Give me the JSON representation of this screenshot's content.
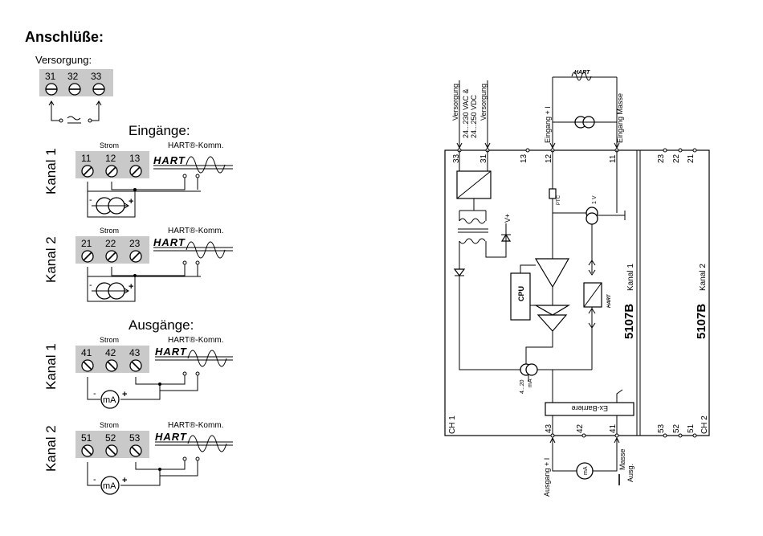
{
  "title": "Anschlüße:",
  "left": {
    "supply": {
      "label": "Versorgung:",
      "terminals": [
        "31",
        "32",
        "33"
      ]
    },
    "inputs": {
      "heading": "Eingänge:",
      "ch1": {
        "label": "Kanal 1",
        "strom": "Strom",
        "hart": "HART®-Komm.",
        "terminals": [
          "11",
          "12",
          "13"
        ]
      },
      "ch2": {
        "label": "Kanal 2",
        "strom": "Strom",
        "hart": "HART®-Komm.",
        "terminals": [
          "21",
          "22",
          "23"
        ]
      }
    },
    "outputs": {
      "heading": "Ausgänge:",
      "ch1": {
        "label": "Kanal 1",
        "strom": "Strom",
        "hart": "HART®-Komm.",
        "terminals": [
          "41",
          "42",
          "43"
        ],
        "meter": "mA"
      },
      "ch2": {
        "label": "Kanal 2",
        "strom": "Strom",
        "hart": "HART®-Komm.",
        "terminals": [
          "51",
          "52",
          "53"
        ],
        "meter": "mA"
      }
    },
    "logo": "HART",
    "minus": "-",
    "plus": "+"
  },
  "right": {
    "module_ch1": "5107B",
    "module_ch1_sub": "Kanal 1",
    "module_ch2": "5107B",
    "module_ch2_sub": "Kanal 2",
    "ch1_label": "CH 1",
    "ch2_label": "CH 2",
    "cpu": "CPU",
    "ptc": "PTC",
    "onev": "1 V",
    "vplus": "V+",
    "barrier": "Ex-Barriere",
    "range_top": "4...20",
    "range_bottom": "mA",
    "meter": "mA",
    "supply_label_a": "Versorgung",
    "supply_spec_1": "24...230 VAC &",
    "supply_spec_2": "24...250 VDC",
    "supply_label_b": "Versorgung",
    "in_plus": "Eingang + I",
    "in_mass": "Eingang Masse",
    "out_plus": "Ausgang + I",
    "out_mass_1": "Masse",
    "out_mass_2": "Ausg.",
    "hart_logo": "HART",
    "top_pins": [
      "33",
      "31",
      "13",
      "12",
      "11",
      "23",
      "22",
      "21"
    ],
    "bottom_pins": [
      "43",
      "42",
      "41",
      "53",
      "52",
      "51"
    ]
  }
}
